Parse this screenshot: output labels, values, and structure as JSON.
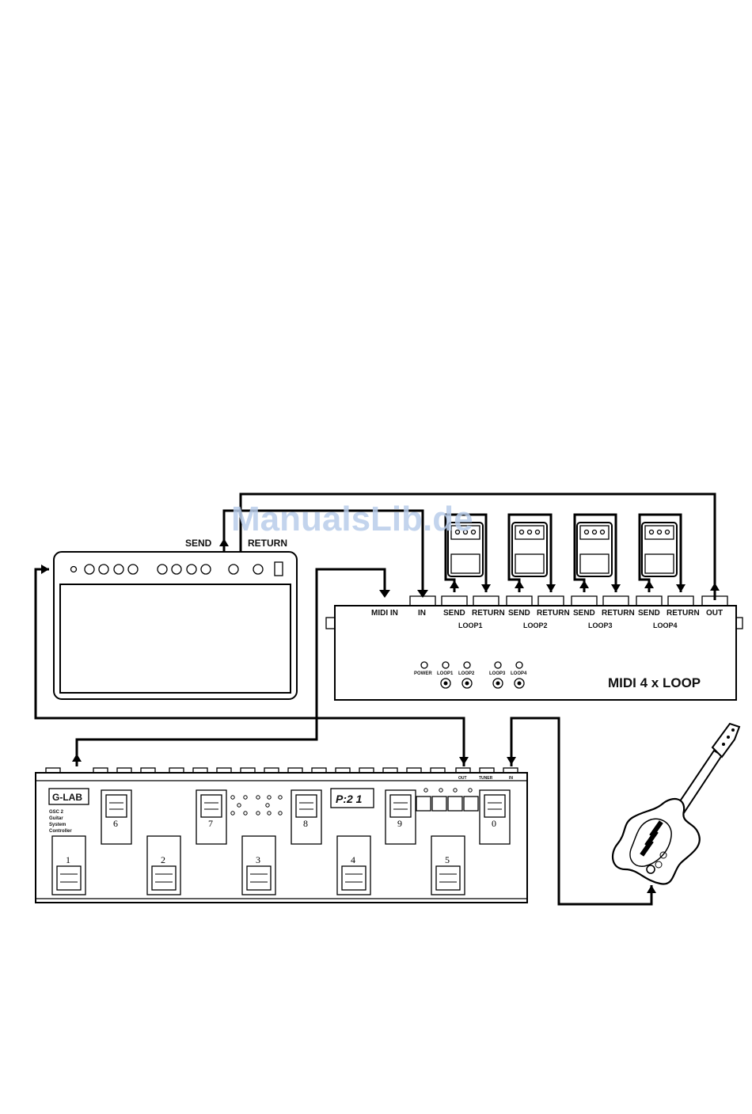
{
  "watermark": "ManualsLib.de",
  "amp": {
    "send_label": "SEND",
    "return_label": "RETURN"
  },
  "loop_unit": {
    "title": "MIDI 4 x LOOP",
    "jacks": {
      "midi_in": "MIDI IN",
      "in": "IN",
      "send": "SEND",
      "return": "RETURN",
      "out": "OUT"
    },
    "loops": [
      "LOOP1",
      "LOOP2",
      "LOOP3",
      "LOOP4"
    ],
    "leds": {
      "power": "POWER",
      "loop1": "LOOP1",
      "loop2": "LOOP2",
      "loop3": "LOOP3",
      "loop4": "LOOP4"
    }
  },
  "controller": {
    "logo": "G-LAB",
    "model": "GSC 2",
    "name_lines": [
      "Guitar",
      "System",
      "Controller"
    ],
    "display": "P:2 1",
    "top_switches": [
      "6",
      "7",
      "8",
      "9",
      "0"
    ],
    "bottom_switches": [
      "1",
      "2",
      "3",
      "4",
      "5"
    ],
    "jack_labels": {
      "out": "OUT",
      "in": "IN",
      "tuner": "TUNER"
    }
  }
}
